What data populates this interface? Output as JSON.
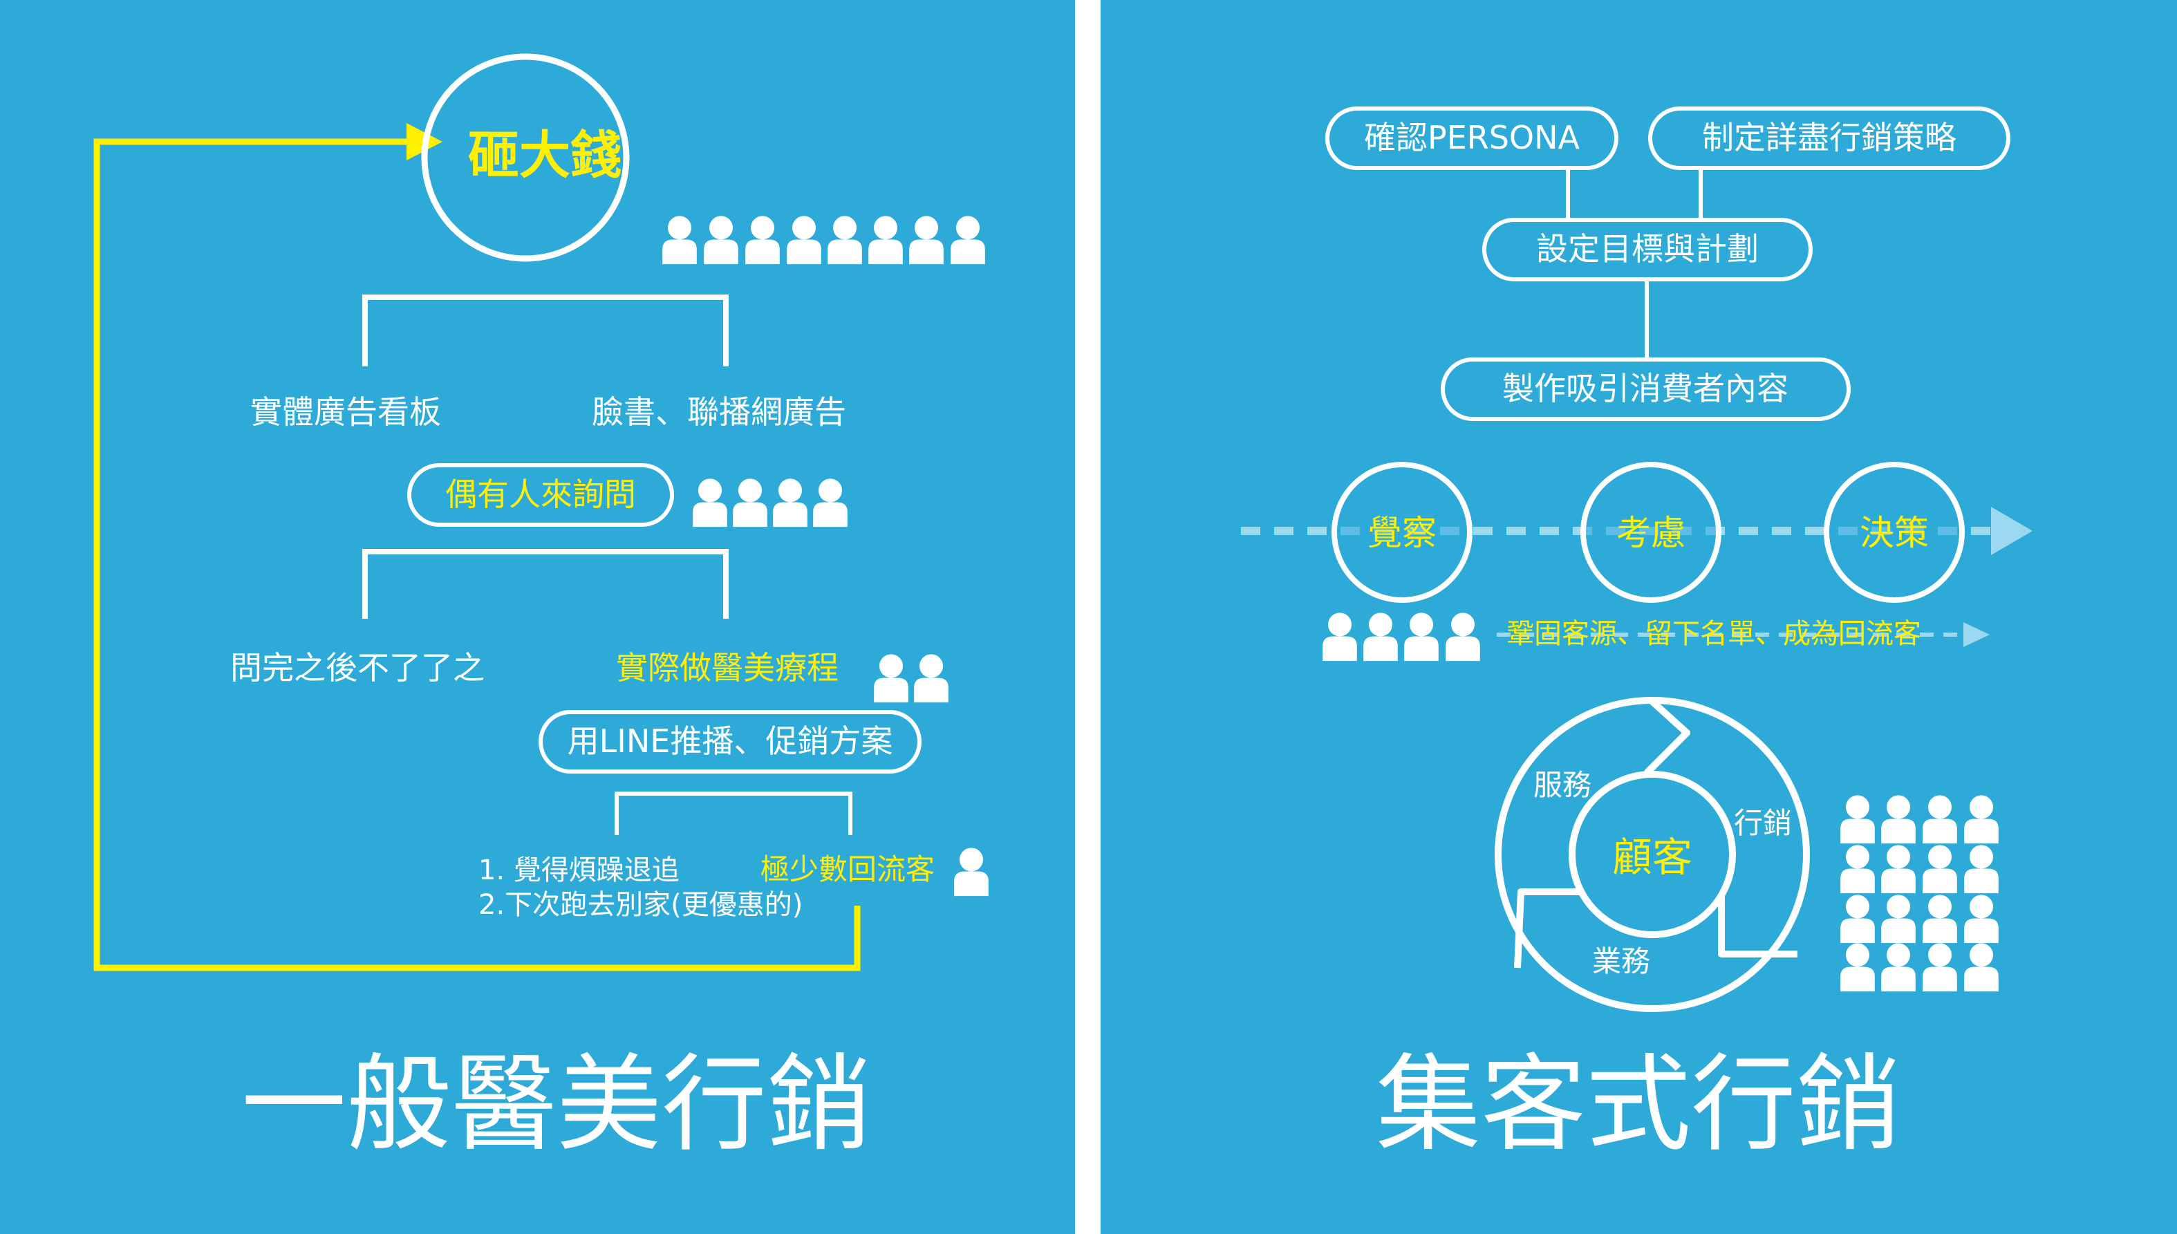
{
  "colors": {
    "background": "#2eaad8",
    "white": "#ffffff",
    "yellow": "#ffef00",
    "arrow_light": "#9cd8ef",
    "divider": "#ffffff"
  },
  "left": {
    "title": "一般醫美行銷",
    "spend_money": "砸大錢",
    "billboard": "實體廣告看板",
    "facebook_ads": "臉書、聯播網廣告",
    "occasional_inquiry": "偶有人來詢問",
    "after_asking": "問完之後不了了之",
    "actual_treatment": "實際做醫美療程",
    "line_push": "用LINE推播、促銷方案",
    "reason_1": "1. 覺得煩躁退追",
    "reason_2": "2.下次跑去別家(更優惠的)",
    "few_returning": "極少數回流客"
  },
  "right": {
    "title": "集客式行銷",
    "persona": "確認PERSONA",
    "strategy": "制定詳盡行銷策略",
    "goals": "設定目標與計劃",
    "content": "製作吸引消費者內容",
    "stages": [
      "覺察",
      "考慮",
      "決策"
    ],
    "retention": "鞏固客源、留下名單、成為回流客",
    "cycle_center": "顧客",
    "cycle_labels": {
      "service": "服務",
      "marketing": "行銷",
      "sales": "業務"
    }
  },
  "icons": {
    "person_icon": "person-icon",
    "arrow_icon": "arrow-right-icon",
    "cycle_arrow": "cycle-arrow-icon"
  }
}
